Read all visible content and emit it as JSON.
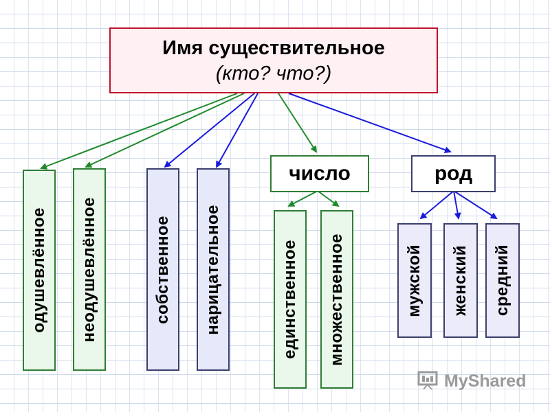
{
  "title": {
    "main": "Имя  существительное",
    "sub": "(кто? что?)"
  },
  "categories": {
    "odush": "одушевлённое",
    "neodush": "неодушевлённое",
    "sobstv": "собственное",
    "naritsat": "нарицательное",
    "chislo": "число",
    "rod": "род"
  },
  "number_children": {
    "ed": "единственное",
    "mn": "множественное"
  },
  "gender_children": {
    "m": "мужской",
    "f": "женский",
    "n": "средний"
  },
  "watermark": {
    "text": "MyShared",
    "icon": "presentation-board-icon"
  },
  "colors": {
    "title_border": "#c0112b",
    "green_arrow": "#1f8a2a",
    "blue_arrow": "#1a1adb"
  }
}
